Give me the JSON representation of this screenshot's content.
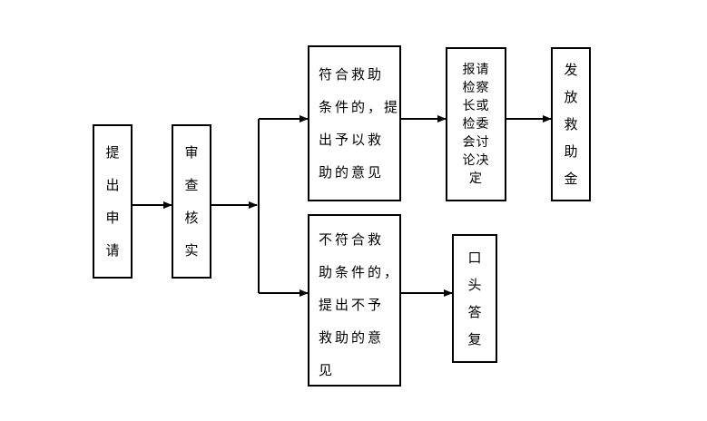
{
  "diagram": {
    "nodes": {
      "apply": "提\n出\n申\n请",
      "review": "审\n查\n核\n实",
      "eligible": "符合救助\n条件的，提\n出予以救\n助的意见",
      "report": "报请\n检察\n长或\n检委\n会讨\n论决\n定",
      "grant": "发\n放\n救\n助\n金",
      "ineligible": "不符合救\n助条件的，\n提出不予\n救助的意\n见",
      "reply": "口\n头\n答\n复"
    }
  }
}
